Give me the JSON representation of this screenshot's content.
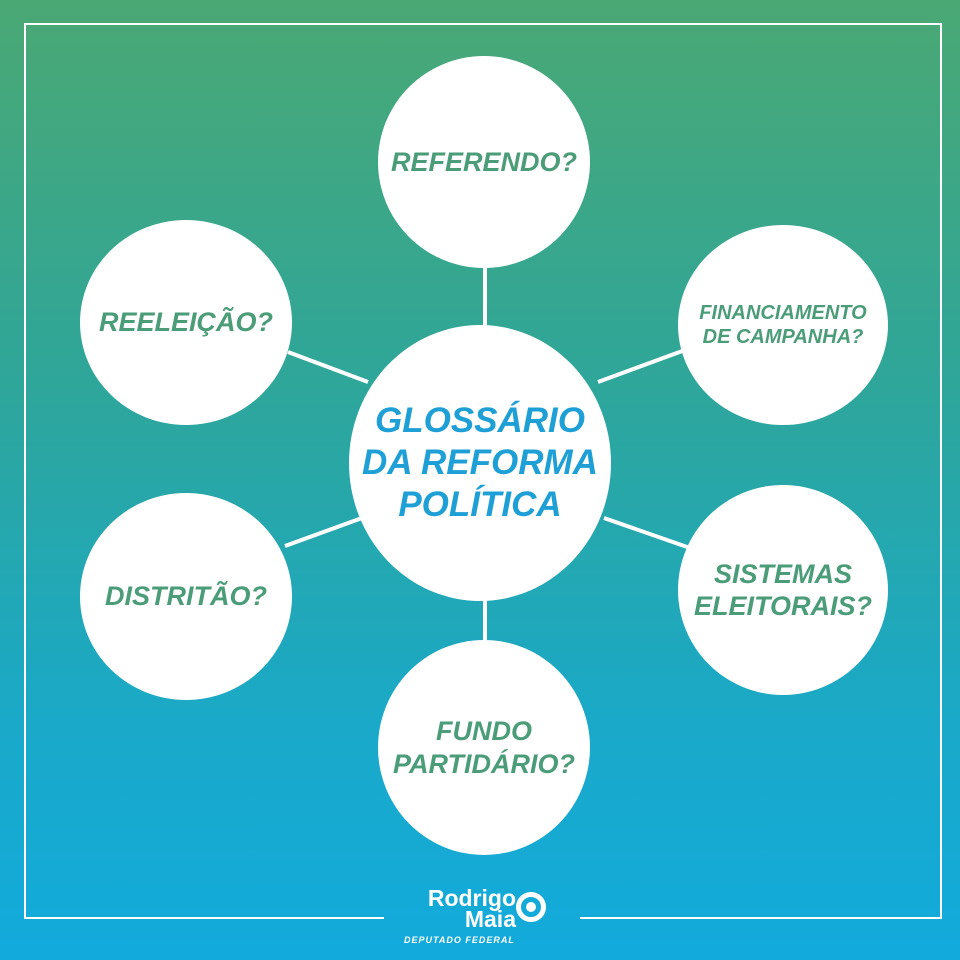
{
  "center": {
    "label": "GLOSSÁRIO\nDA REFORMA\nPOLÍTICA"
  },
  "nodes": {
    "referendo": "REFERENDO?",
    "financiamento": "FINANCIAMENTO\nDE CAMPANHA?",
    "sistemas": "SISTEMAS\nELEITORAIS?",
    "fundo": "FUNDO\nPARTIDÁRIO?",
    "distritao": "DISTRITÃO?",
    "reeleicao": "REELEIÇÃO?"
  },
  "logo": {
    "name": "Rodrigo\nMaia",
    "subtitle": "DEPUTADO FEDERAL"
  },
  "colors": {
    "bg_top": "#4aa874",
    "bg_bottom": "#12aadd",
    "node_text": "#4a9d78",
    "center_text": "#1e9fd6"
  }
}
